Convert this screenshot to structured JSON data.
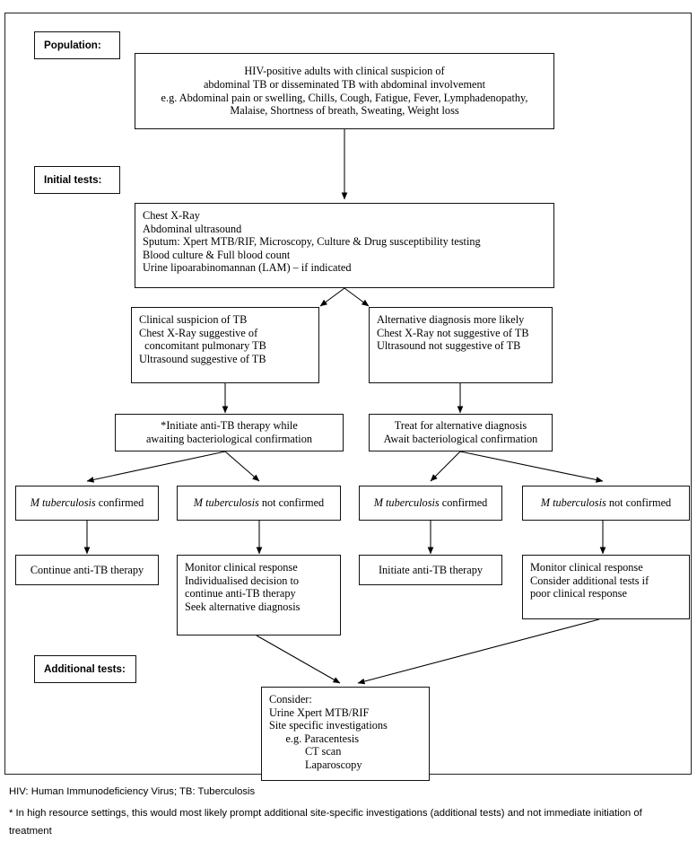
{
  "figure": {
    "type": "clinical-algorithm-flowchart",
    "title": "Diagnostic algorithm for abdominal TB in HIV-positive adults"
  },
  "labels": {
    "population": "Population:",
    "initial_tests": "Initial tests:",
    "additional_tests": "Additional tests:"
  },
  "boxes": {
    "population": {
      "lines": [
        "HIV-positive adults with clinical suspicion of",
        "abdominal TB or disseminated TB with abdominal involvement",
        "e.g. Abdominal pain or swelling, Chills, Cough, Fatigue, Fever, Lymphadenopathy,",
        "Malaise, Shortness of breath, Sweating, Weight loss"
      ]
    },
    "initial_tests": {
      "lines": [
        "Chest X-Ray",
        "Abdominal ultrasound",
        "Sputum: Xpert MTB/RIF, Microscopy, Culture & Drug susceptibility testing",
        "Blood culture & Full blood count",
        "Urine lipoarabinomannan (LAM) – if indicated"
      ]
    },
    "branch_left": {
      "lines": [
        "Clinical suspicion of TB",
        "Chest X-Ray suggestive of",
        "  concomitant pulmonary TB",
        "Ultrasound suggestive of TB"
      ]
    },
    "branch_right": {
      "lines": [
        "Alternative diagnosis more likely",
        "Chest X-Ray not suggestive of TB",
        "Ultrasound not suggestive of TB"
      ]
    },
    "action_left": {
      "lines": [
        "*Initiate anti-TB therapy while",
        "awaiting bacteriological confirmation"
      ]
    },
    "action_right": {
      "lines": [
        "Treat for alternative diagnosis",
        "Await bacteriological confirmation"
      ]
    },
    "result_1": {
      "italic": "M tuberculosis",
      "rest": " confirmed"
    },
    "result_2": {
      "italic": "M tuberculosis",
      "rest": " not confirmed"
    },
    "result_3": {
      "italic": "M tuberculosis",
      "rest": " confirmed"
    },
    "result_4": {
      "italic": "M tuberculosis",
      "rest": " not confirmed"
    },
    "outcome_1": {
      "lines": [
        "Continue anti-TB therapy"
      ]
    },
    "outcome_2": {
      "lines": [
        "Monitor clinical response",
        "Individualised decision to",
        "continue anti-TB therapy",
        "Seek alternative diagnosis"
      ]
    },
    "outcome_3": {
      "lines": [
        "Initiate anti-TB therapy"
      ]
    },
    "outcome_4": {
      "lines": [
        "Monitor clinical response",
        "Consider additional tests if",
        "poor clinical response"
      ]
    },
    "consider": {
      "lines": [
        "Consider:",
        "Urine Xpert MTB/RIF",
        "Site specific investigations",
        "      e.g. Paracentesis",
        "             CT scan",
        "             Laparoscopy"
      ]
    }
  },
  "footnotes": {
    "abbreviations": "HIV: Human Immunodeficiency Virus;  TB: Tuberculosis",
    "asterisk_note": "* In high resource settings, this would most likely prompt additional site-specific investigations (additional tests) and not immediate initiation of treatment"
  },
  "colors": {
    "background": "#ffffff",
    "box_border": "#111111",
    "frame_border": "#222222",
    "text": "#000000",
    "connector": "#000000"
  }
}
